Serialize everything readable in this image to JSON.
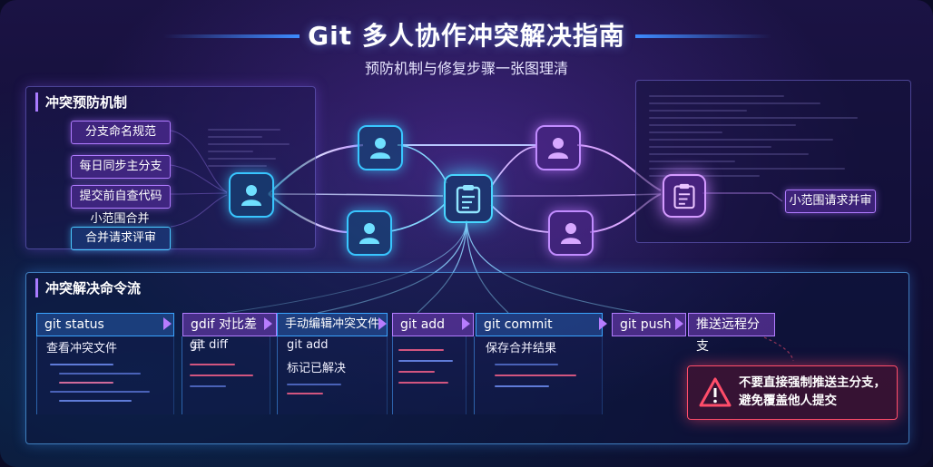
{
  "header": {
    "title": "Git 多人协作冲突解决指南",
    "subtitle": "预防机制与修复步骤一张图理清"
  },
  "prevention": {
    "heading": "冲突预防机制",
    "items": [
      "分支命名规范",
      "每日同步主分支",
      "提交前自查代码",
      "小范围合并",
      "合并请求评审"
    ]
  },
  "review_chip": "小范围请求并审",
  "commands": {
    "heading": "冲突解决命令流",
    "steps": [
      "git status",
      "gdif 对比差异",
      "手动编辑冲突文件",
      "git add",
      "git commit",
      "git push",
      "推送远程分支"
    ],
    "details": {
      "c1": "查看冲突文件",
      "c2": "git diff",
      "c3a": "git add",
      "c3b": "标记已解决",
      "c5": "保存合并结果"
    }
  },
  "warning": {
    "text": "不要直接强制推送主分支，避免覆盖他人提交",
    "icon": "warning-triangle-icon"
  },
  "colors": {
    "accent_purple": "#b07bff",
    "accent_cyan": "#38c6ff",
    "warning_red": "#ff4d6a"
  }
}
